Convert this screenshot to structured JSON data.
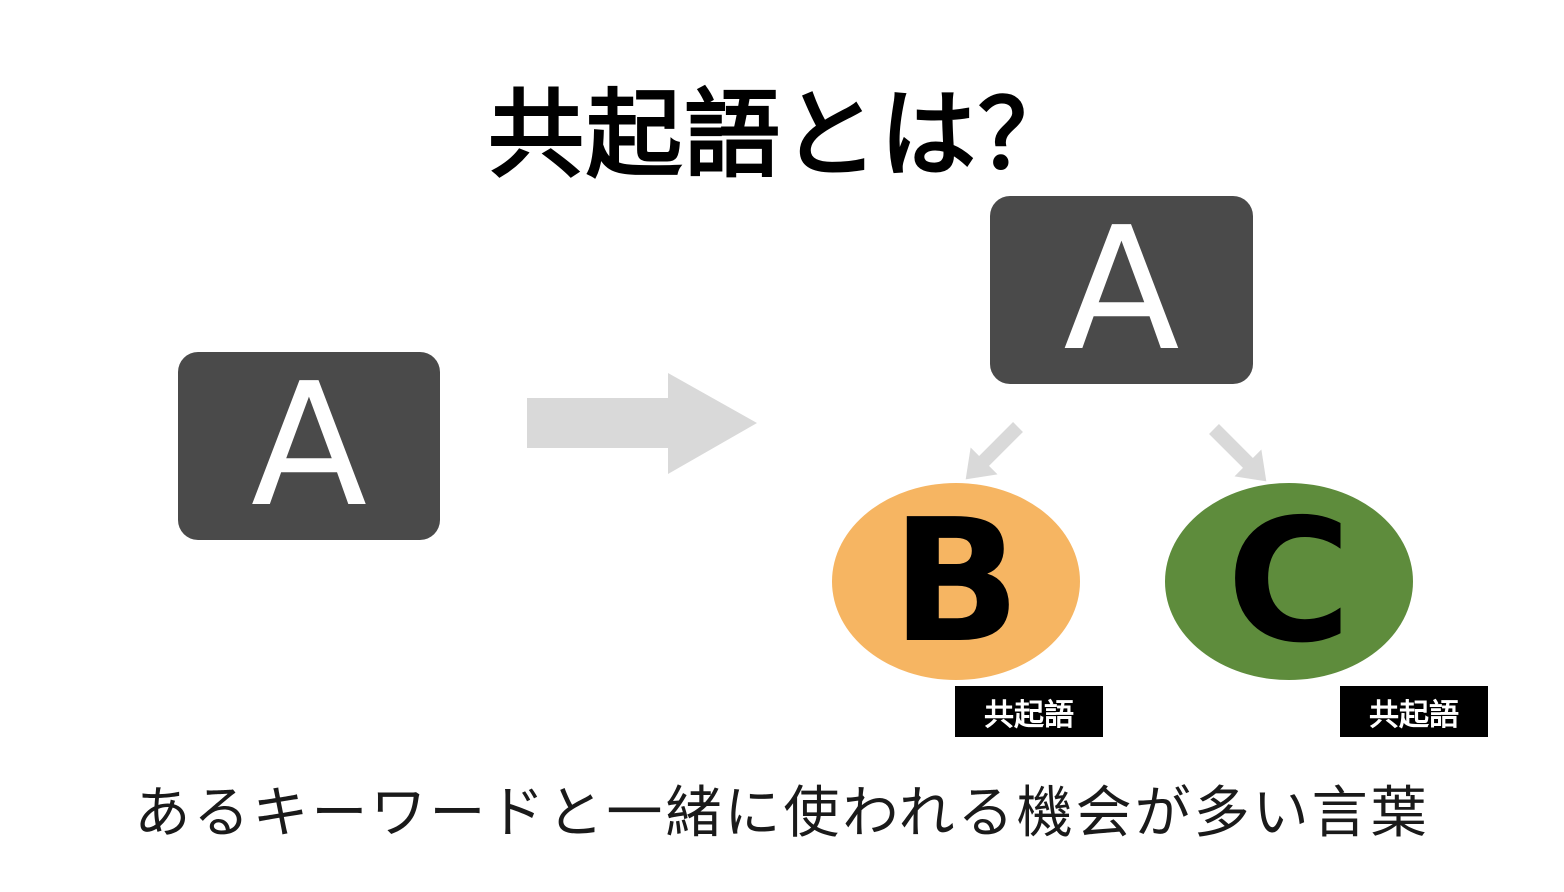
{
  "title": "共起語とは？",
  "nodes": {
    "keyword_left": {
      "label": "A"
    },
    "keyword_top": {
      "label": "A"
    },
    "cooccur_b": {
      "label": "B",
      "tag": "共起語"
    },
    "cooccur_c": {
      "label": "C",
      "tag": "共起語"
    }
  },
  "caption": "あるキーワードと一緒に使われる機会が多い言葉",
  "colors": {
    "keyword_box": "#4a4a4a",
    "b_fill": "#f6b562",
    "c_fill": "#5e8c3c",
    "arrow": "#d9d9d9",
    "tag_bg": "#000000"
  }
}
